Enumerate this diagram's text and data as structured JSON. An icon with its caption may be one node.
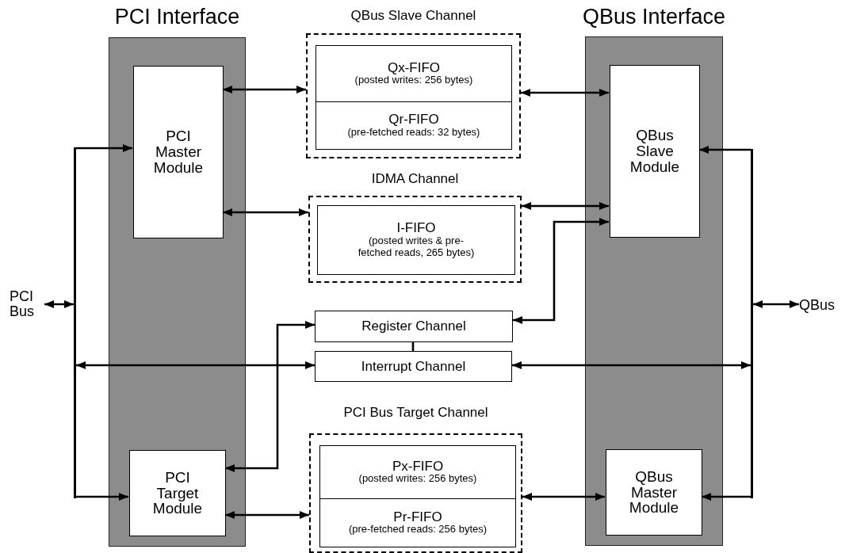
{
  "diagram": {
    "nodes": [
      {
        "text": [
          "PCI Interface"
        ]
      },
      {
        "text": [
          "PCI Master Module"
        ],
        "in": 0
      },
      {
        "text": [
          "PCI Target Module"
        ],
        "in": 0
      },
      {
        "text": [
          "QBus Slave Channel"
        ]
      },
      {
        "text": [
          "Qx-FIFO",
          "(posted writes: 256 bytes)"
        ],
        "in": 3
      },
      {
        "text": [
          "Qr-FIFO",
          "(pre-fetched reads: 32 bytes)"
        ],
        "in": 3
      },
      {
        "text": [
          "IDMA Channel"
        ]
      },
      {
        "text": [
          "I-FIFO",
          "(posted writes & pre-fetched reads, 265 bytes)"
        ],
        "in": 6
      },
      {
        "text": [
          "Register Channel"
        ]
      },
      {
        "text": [
          "Interrupt Channel"
        ]
      },
      {
        "text": [
          "PCI Bus Target Channel"
        ]
      },
      {
        "text": [
          "Px-FIFO",
          "(posted writes: 256 bytes)"
        ],
        "in": 10
      },
      {
        "text": [
          "Pr-FIFO",
          "(pre-fetched reads: 256 bytes)"
        ],
        "in": 10
      },
      {
        "text": [
          "QBus Interface"
        ]
      },
      {
        "text": [
          "QBus Slave Module"
        ],
        "in": 13
      },
      {
        "text": [
          "QBus Master Module"
        ],
        "in": 13
      },
      {
        "text": [
          "PCI Bus"
        ]
      },
      {
        "text": [
          "QBus"
        ]
      },
      {
        "text": [],
        "shape": "bar"
      },
      {
        "text": [],
        "shape": "bar"
      }
    ],
    "edges": [
      {
        "from": 16,
        "to": 18,
        "arrow": "both"
      },
      {
        "from": 18,
        "to": 1,
        "arrow": "to"
      },
      {
        "from": 18,
        "to": 2,
        "arrow": "to"
      },
      {
        "from": 1,
        "to": 3,
        "arrow": "both"
      },
      {
        "from": 1,
        "to": 6,
        "arrow": "both"
      },
      {
        "from": 3,
        "to": 14,
        "arrow": "both"
      },
      {
        "from": 6,
        "to": 14,
        "arrow": "both"
      },
      {
        "from": 8,
        "to": 14,
        "arrow": "both"
      },
      {
        "from": 2,
        "to": 8,
        "arrow": "both"
      },
      {
        "from": 2,
        "to": 10,
        "arrow": "both"
      },
      {
        "from": 10,
        "to": 15,
        "arrow": "both"
      },
      {
        "from": 8,
        "to": 9,
        "arrow": "none"
      },
      {
        "from": 18,
        "to": 9,
        "arrow": "both"
      },
      {
        "from": 9,
        "to": 19,
        "arrow": "both"
      },
      {
        "from": 17,
        "to": 19,
        "arrow": "both"
      },
      {
        "from": 19,
        "to": 14,
        "arrow": "to"
      },
      {
        "from": 19,
        "to": 15,
        "arrow": "to"
      }
    ]
  }
}
